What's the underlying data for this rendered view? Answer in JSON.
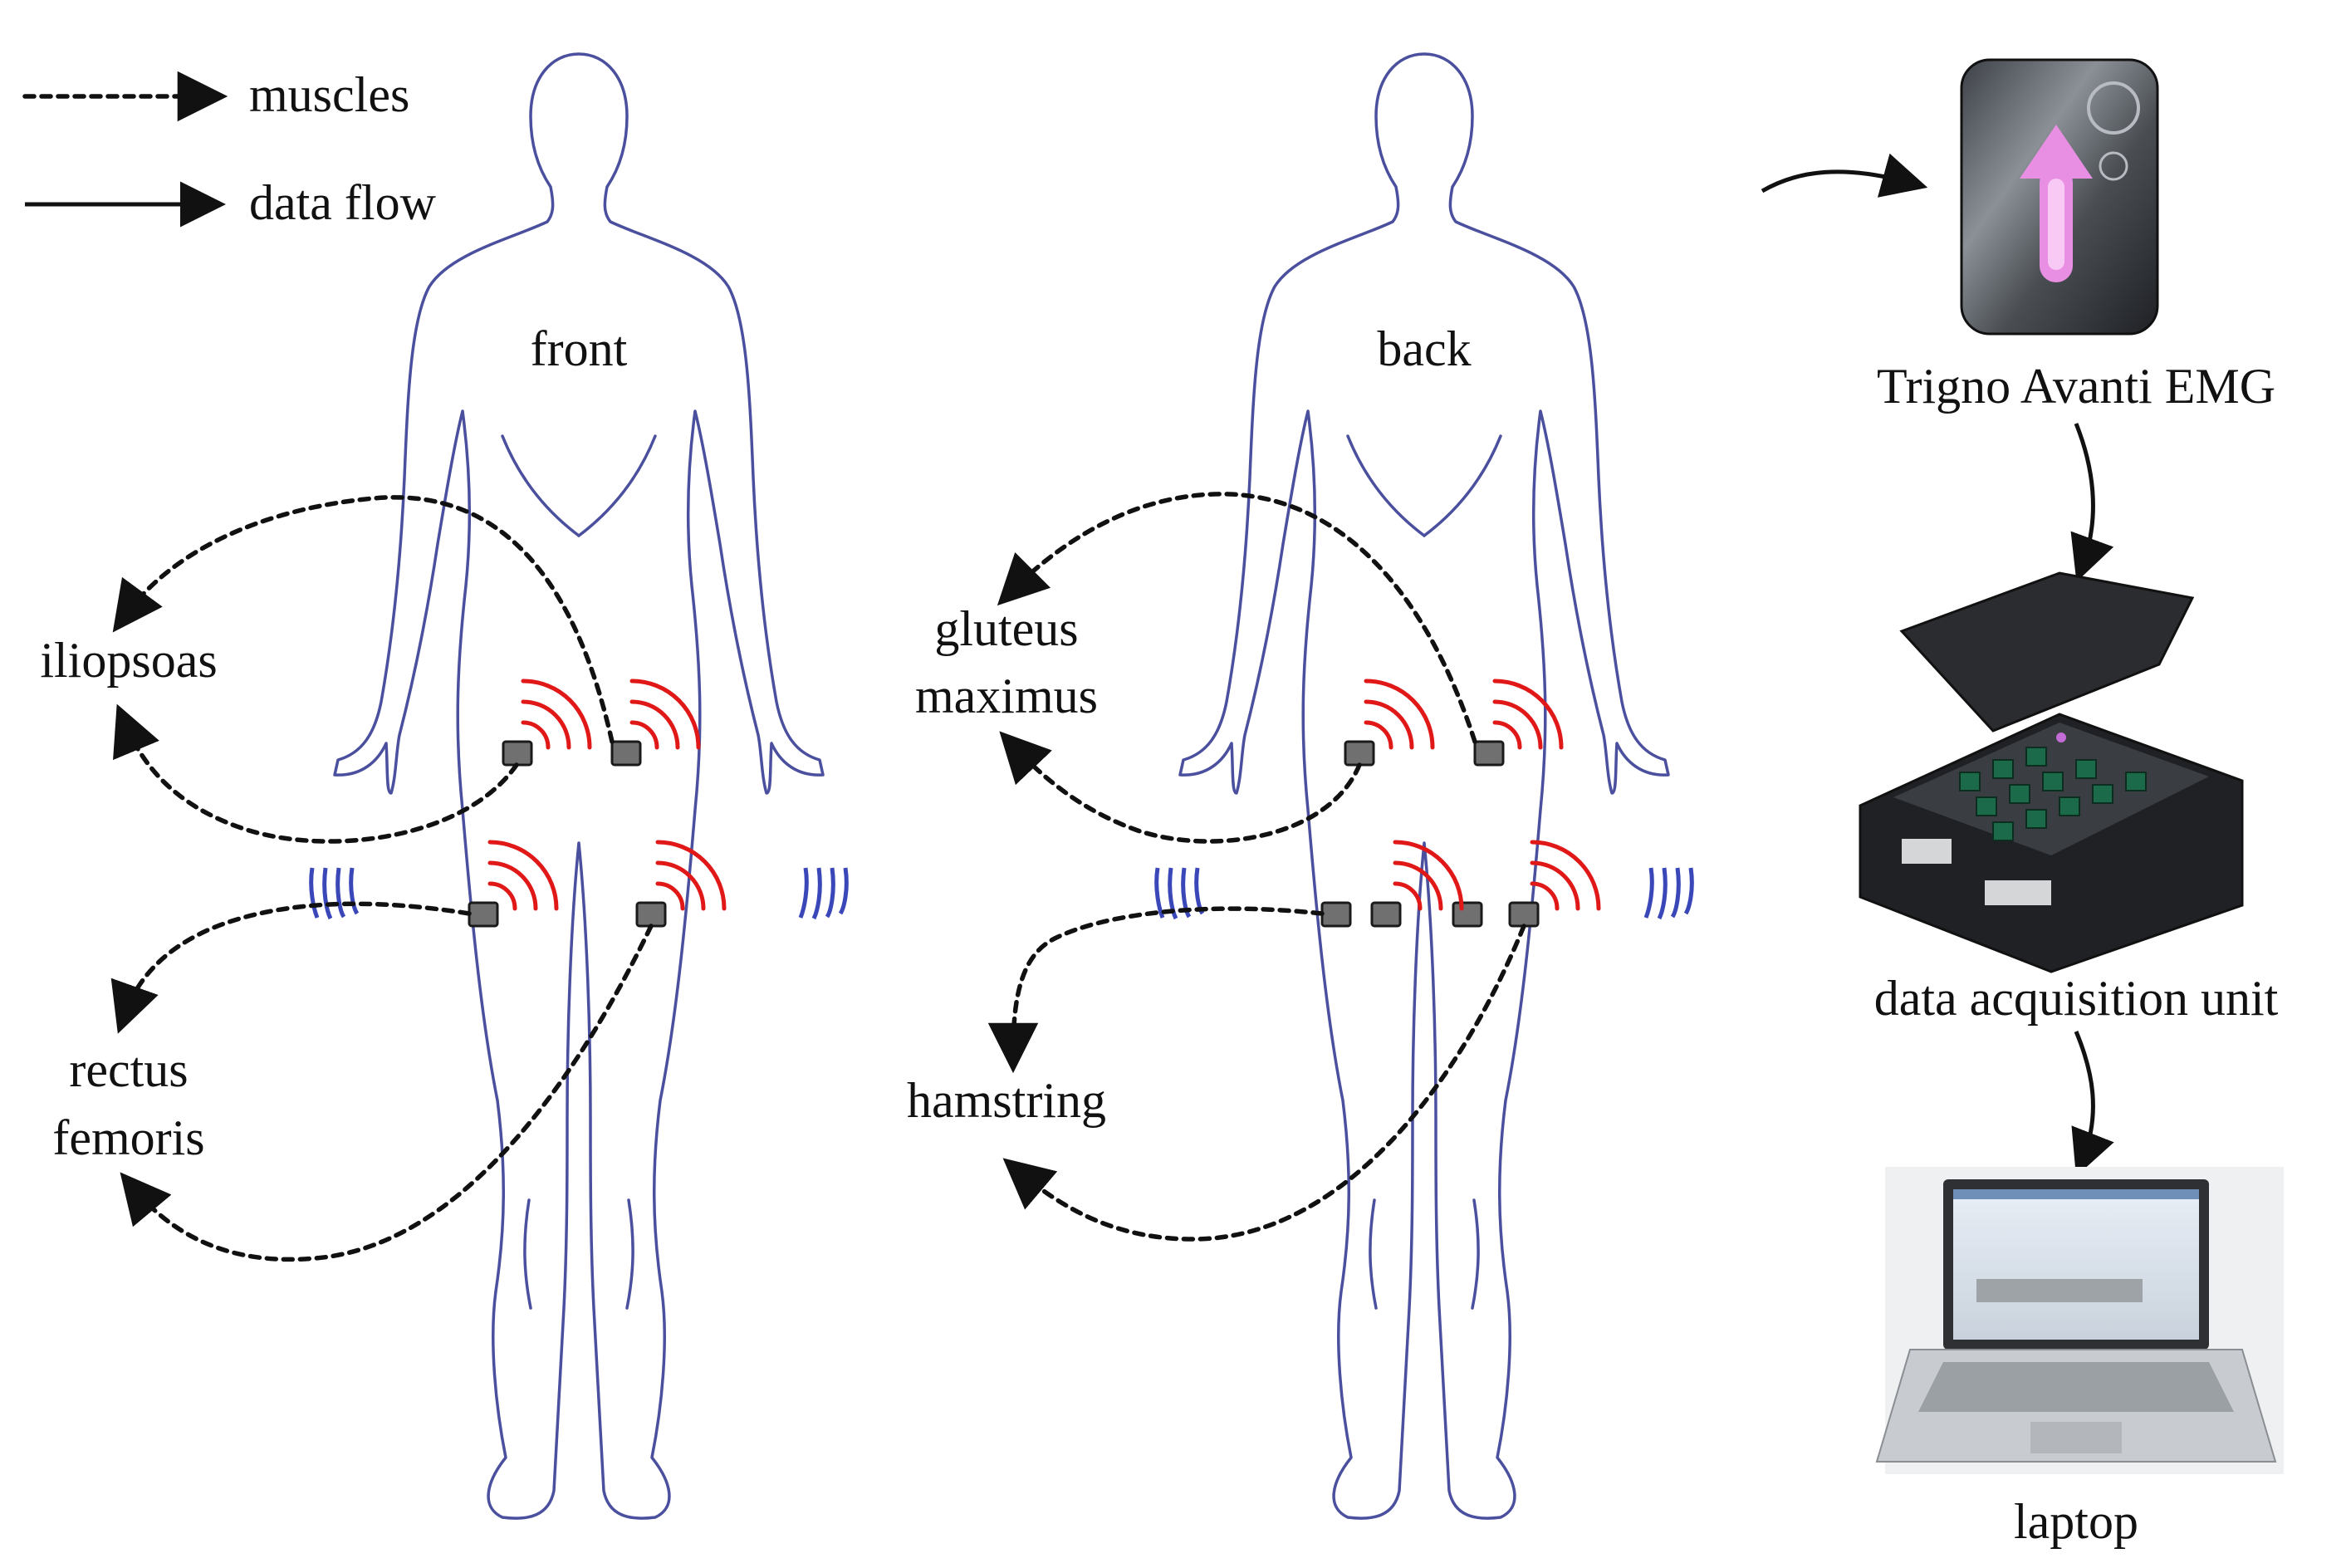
{
  "legend": {
    "muscles": "muscles",
    "data_flow": "data flow"
  },
  "views": {
    "front": "front",
    "back": "back"
  },
  "muscles": {
    "iliopsoas": "iliopsoas",
    "rectus_line1": "rectus",
    "rectus_line2": "femoris",
    "gluteus_line1": "gluteus",
    "gluteus_line2": "maximus",
    "hamstring": "hamstring"
  },
  "devices": {
    "emg": "Trigno Avanti EMG",
    "daq": "data acquisition unit",
    "laptop": "laptop"
  },
  "colors": {
    "body_outline": "#4a4f9e",
    "wave": "#e01818",
    "sensor": "#707070",
    "arrow": "#111111"
  }
}
